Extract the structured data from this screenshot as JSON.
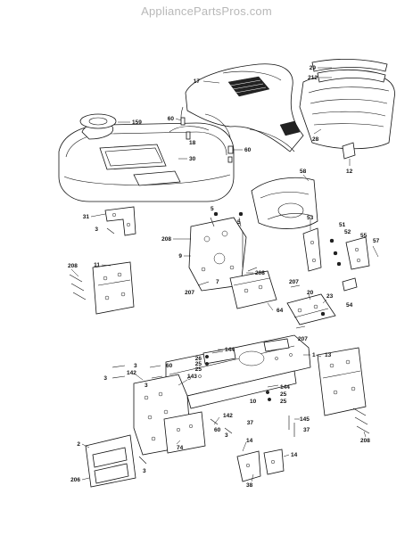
{
  "watermark": "AppliancePartsPros.com",
  "callouts": [
    "17",
    "29",
    "212",
    "159",
    "60",
    "18",
    "28",
    "60",
    "30",
    "12",
    "58",
    "31",
    "3",
    "5",
    "5",
    "208",
    "53",
    "51",
    "52",
    "55",
    "57",
    "9",
    "208",
    "11",
    "208",
    "207",
    "7",
    "207",
    "20",
    "23",
    "54",
    "64",
    "207",
    "144",
    "1",
    "26",
    "25",
    "25",
    "13",
    "3",
    "142",
    "60",
    "143",
    "3",
    "3",
    "144",
    "25",
    "25",
    "10",
    "145",
    "37",
    "37",
    "142",
    "60",
    "2",
    "74",
    "3",
    "3",
    "14",
    "14",
    "206",
    "38",
    "208"
  ]
}
